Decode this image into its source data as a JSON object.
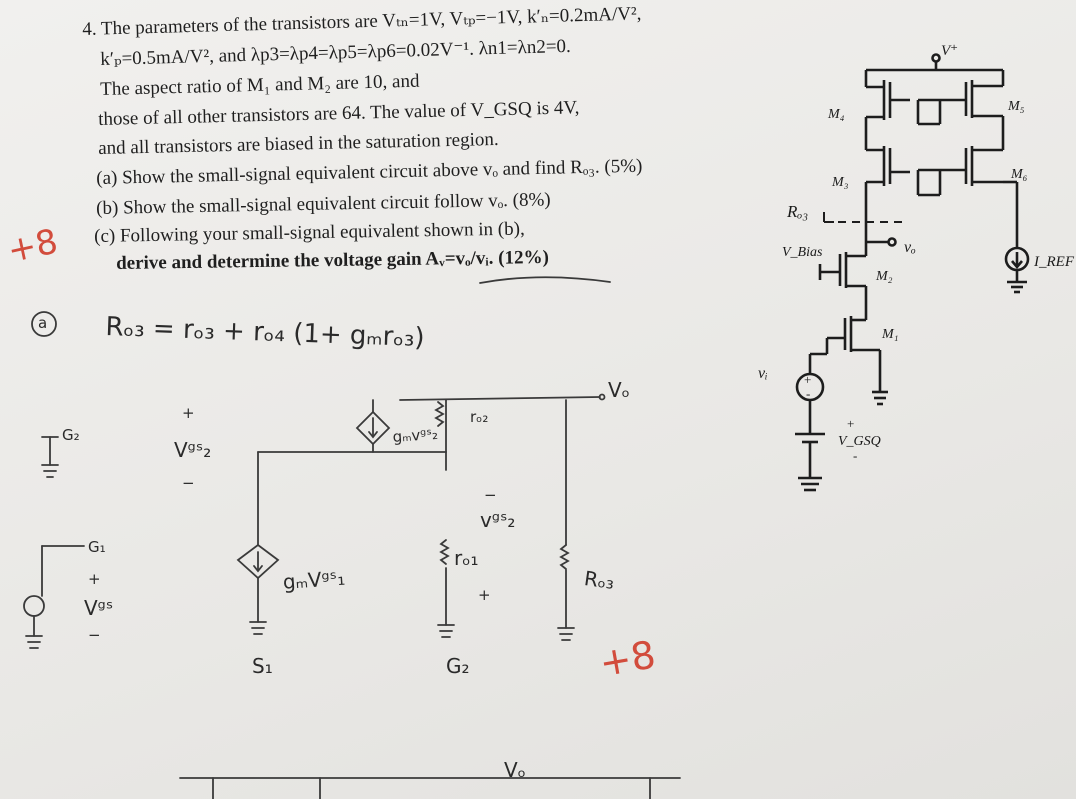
{
  "problem": {
    "lines": [
      "4. The parameters of the transistors are Vₜₙ=1V, Vₜₚ=−1V, k′ₙ=0.2mA/V²,",
      "k′ₚ=0.5mA/V², and λp3=λp4=λp5=λp6=0.02V⁻¹. λn1=λn2=0.",
      "The aspect ratio of M₁ and M₂ are 10, and",
      "those of all other transistors are 64. The value of V_GSQ is 4V,",
      "and all transistors are biased in the saturation region.",
      "(a) Show the small-signal equivalent circuit above vₒ and find Rₒ₃. (5%)",
      "(b) Show the small-signal equivalent circuit follow vₒ. (8%)",
      "(c) Following your small-signal equivalent shown in (b),",
      "derive and determine the voltage gain Aᵥ=vₒ/vᵢ. (12%)"
    ]
  },
  "circuit": {
    "vplus": "V⁺",
    "m4": "M₄",
    "m3": "M₃",
    "m5": "M₅",
    "m6": "M₆",
    "m2": "M₂",
    "m1": "M₁",
    "ro3": "Rₒ₃",
    "vbias": "V_Bias",
    "vo": "vₒ",
    "vi": "vᵢ",
    "vgsq": "V_GSQ",
    "iref": "I_REF",
    "plus": "+",
    "minus": "-"
  },
  "handwriting": {
    "score_left": "+8",
    "part_a_label": "a",
    "equation": "Rₒ₃ = rₒ₃ + rₒ₄ (1+ gₘrₒ₃)",
    "g2": "G₂",
    "g1": "G₁",
    "vgs2": "Vᵍˢ₂",
    "vgs": "Vᵍˢ",
    "plus": "+",
    "minus": "−",
    "gm_vgs2": "gₘvᵍˢ₂",
    "gm_vgs1": "gₘVᵍˢ₁",
    "ro2": "rₒ₂",
    "ro1": "rₒ₁",
    "vgs2_b": "vᵍˢ₂",
    "vo": "Vₒ",
    "ro3": "Rₒ₃",
    "s1": "S₁",
    "g2_b": "G₂",
    "vo_bottom": "Vₒ",
    "score_bottom": "+8"
  }
}
